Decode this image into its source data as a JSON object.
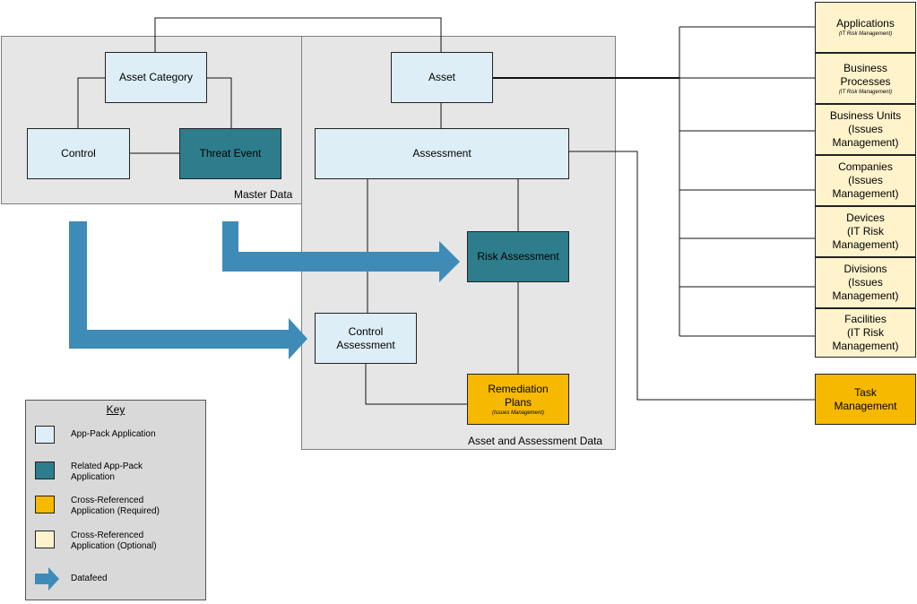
{
  "regions": {
    "master_data": "Master Data",
    "asset_assessment_data": "Asset and Assessment Data"
  },
  "master": {
    "asset_category": "Asset Category",
    "control": "Control",
    "threat_event": "Threat Event"
  },
  "assessment_area": {
    "asset": "Asset",
    "assessment": "Assessment",
    "risk_assessment": "Risk Assessment",
    "control_assessment": [
      "Control",
      "Assessment"
    ],
    "remediation_plans": [
      "Remediation",
      "Plans"
    ],
    "remediation_note": "(Issues Management)"
  },
  "cross_refs": {
    "applications": {
      "title": "Applications",
      "note": "(IT Risk Management)"
    },
    "business_processes": {
      "title": [
        "Business",
        "Processes"
      ],
      "note": "(IT Risk Management)"
    },
    "business_units": [
      "Business Units",
      "(Issues",
      "Management)"
    ],
    "companies": [
      "Companies",
      "(Issues",
      "Management)"
    ],
    "devices": [
      "Devices",
      "(IT Risk",
      "Management)"
    ],
    "divisions": [
      "Divisions",
      "(Issues",
      "Management)"
    ],
    "facilities": [
      "Facilities",
      "(IT Risk",
      "Management)"
    ],
    "task_management": [
      "Task",
      "Management"
    ]
  },
  "key": {
    "title": "Key",
    "app_pack": "App-Pack Application",
    "related_app_pack": [
      "Related App-Pack",
      "Application"
    ],
    "cross_required": [
      "Cross-Referenced",
      "Application (Required)"
    ],
    "cross_optional": [
      "Cross-Referenced",
      "Application (Optional)"
    ],
    "datafeed": "Datafeed"
  },
  "colors": {
    "app_pack": "#ddeef6",
    "related_app_pack": "#2e7d8c",
    "cross_required": "#f7b900",
    "cross_optional": "#fff3cc",
    "datafeed_arrow": "#3f8bb8",
    "region_fill": "#e6e6e6"
  }
}
